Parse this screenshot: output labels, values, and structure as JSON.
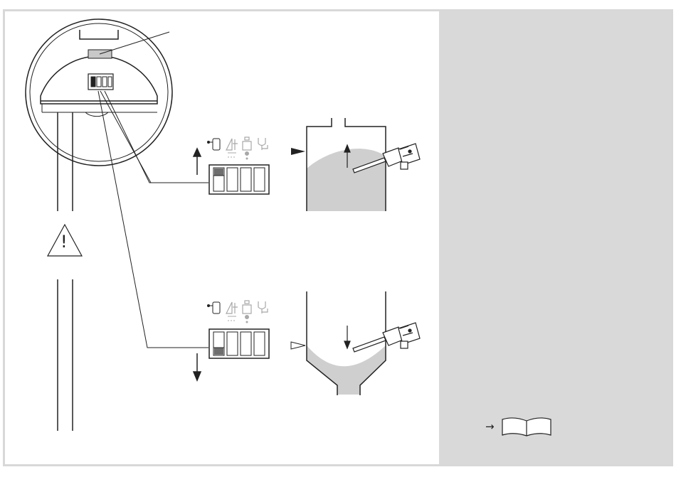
{
  "colors": {
    "frame": "#d8d8d8",
    "side_panel": "#d9d9d9",
    "medium_fill": "#cfcfcf",
    "line": "#222222",
    "icon_gray": "#a8a8a8",
    "switch_fill": "#6e6e6e"
  },
  "warning": {
    "symbol": "!"
  },
  "reference": {
    "arrow": "→",
    "icon": "manual-book-icon"
  },
  "dip_switch_icons": [
    "lock-icon",
    "mode-icon",
    "weight-icon",
    "diagnostic-icon"
  ],
  "states": [
    {
      "name": "max-safety",
      "switch_direction": "up",
      "level_direction": "up"
    },
    {
      "name": "min-safety",
      "switch_direction": "down",
      "level_direction": "down"
    }
  ]
}
